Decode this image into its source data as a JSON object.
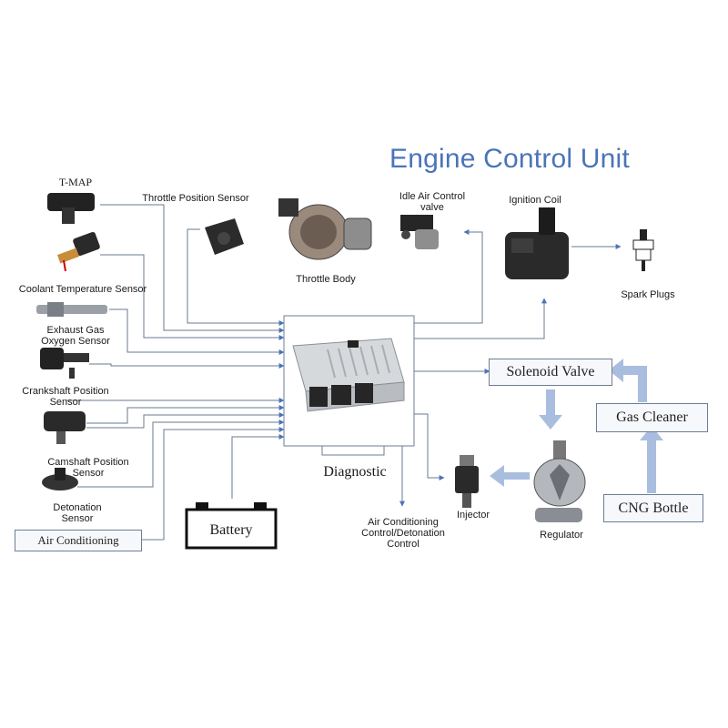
{
  "title": "Engine Control Unit",
  "sensors": {
    "tmap": "T-MAP",
    "tps": "Throttle Position Sensor",
    "coolant": "Coolant Temperature Sensor",
    "oxygen": "Exhaust Gas\nOxygen Sensor",
    "crank": "Crankshaft Position\nSensor",
    "cam": "Camshaft Position\nSensor",
    "detonation": "Detonation\nSensor",
    "ac": "Air Conditioning",
    "battery": "Battery"
  },
  "outputs": {
    "throttle_body": "Throttle Body",
    "iac": "Idle Air Control\nvalve",
    "ignition_coil": "Ignition Coil",
    "spark_plugs": "Spark Plugs",
    "ac_control": "Air Conditioning\nControl/Detonation\nControl",
    "injector": "Injector",
    "regulator": "Regulator"
  },
  "gas_system": {
    "solenoid": "Solenoid Valve",
    "cleaner": "Gas Cleaner",
    "bottle": "CNG Bottle"
  },
  "diagnostic": "Diagnostic",
  "colors": {
    "accent": "#4a74b8",
    "arrow": "#9fb3d6",
    "wire": "#5f6f8a"
  }
}
